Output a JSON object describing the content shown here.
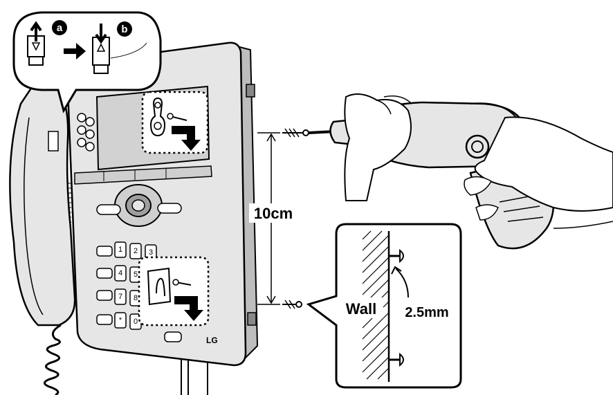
{
  "markers": {
    "a": "a",
    "b": "b"
  },
  "labels": {
    "distance": "10cm",
    "wall": "Wall",
    "screw_gap": "2.5mm"
  },
  "phone": {
    "brand": "LG",
    "keys": [
      "1",
      "2",
      "3",
      "4",
      "5",
      "7",
      "8",
      "*",
      "0"
    ]
  },
  "colors": {
    "line": "#000000",
    "phone_body": "#e6e6e6",
    "phone_shade": "#bdbdbd",
    "background": "#ffffff"
  }
}
